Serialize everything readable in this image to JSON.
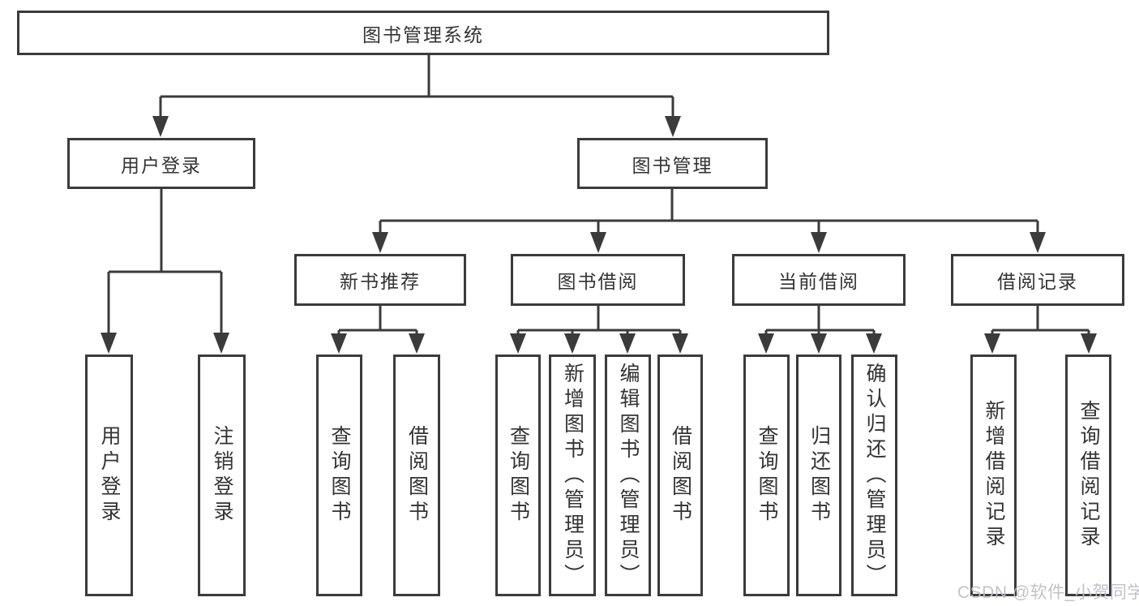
{
  "colors": {
    "line": "#3b3b3b",
    "text": "#333333",
    "box-bg": "#ffffff",
    "watermark": "#bcc0c6"
  },
  "watermark": "CSDN @软件_小贺同学",
  "tree": {
    "root": {
      "label": "图书管理系统"
    },
    "branches": [
      {
        "label": "用户登录",
        "children": [
          {
            "label": "用户登录"
          },
          {
            "label": "注销登录"
          }
        ]
      },
      {
        "label": "图书管理",
        "children": [
          {
            "label": "新书推荐",
            "children": [
              {
                "label": "查询图书"
              },
              {
                "label": "借阅图书"
              }
            ]
          },
          {
            "label": "图书借阅",
            "children": [
              {
                "label": "查询图书"
              },
              {
                "label": "新增图书（管理员）"
              },
              {
                "label": "编辑图书（管理员）"
              },
              {
                "label": "借阅图书"
              }
            ]
          },
          {
            "label": "当前借阅",
            "children": [
              {
                "label": "查询图书"
              },
              {
                "label": "归还图书"
              },
              {
                "label": "确认归还（管理员）"
              }
            ]
          },
          {
            "label": "借阅记录",
            "children": [
              {
                "label": "新增借阅记录"
              },
              {
                "label": "查询借阅记录"
              }
            ]
          }
        ]
      }
    ]
  }
}
